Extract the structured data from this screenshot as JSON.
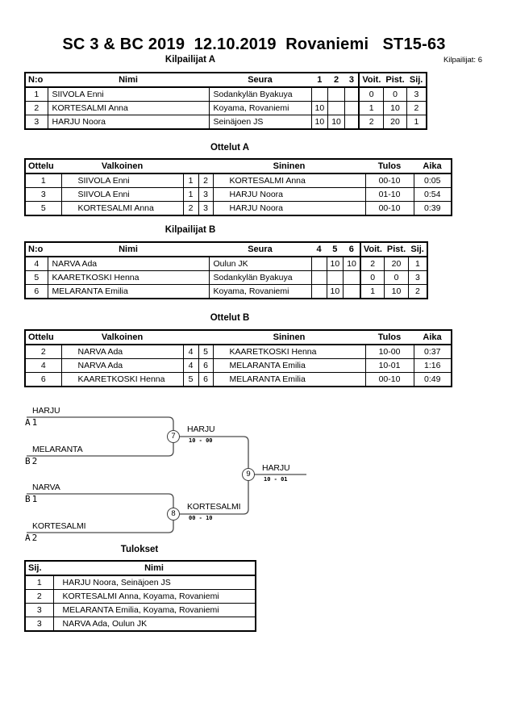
{
  "page": {
    "title": "SC 3 & BC 2019  12.10.2019  Rovaniemi   ST15-63",
    "competitors_count": "Kilpailijat: 6"
  },
  "colors": {
    "ink": "#000000",
    "background": "#ffffff",
    "bracket_line": "#4a4a4a"
  },
  "sections": {
    "kilpailijat_a": {
      "title": "Kilpailijat A",
      "headers": [
        "N:o",
        "Nimi",
        "Seura",
        "1",
        "2",
        "3",
        "Voit.",
        "Pist.",
        "Sij."
      ],
      "rows": [
        [
          "1",
          "SIIVOLA Enni",
          "Sodankylän Byakuya",
          "",
          "",
          "",
          "0",
          "0",
          "3"
        ],
        [
          "2",
          "KORTESALMI Anna",
          "Koyama, Rovaniemi",
          "10",
          "",
          "",
          "1",
          "10",
          "2"
        ],
        [
          "3",
          "HARJU Noora",
          "Seinäjoen JS",
          "10",
          "10",
          "",
          "2",
          "20",
          "1"
        ]
      ]
    },
    "ottelut_a": {
      "title": "Ottelut A",
      "headers": [
        "Ottelu",
        "Valkoinen",
        "Sininen",
        "Tulos",
        "Aika"
      ],
      "rows": [
        [
          "1",
          "SIIVOLA Enni",
          "1",
          "2",
          "KORTESALMI Anna",
          "00-10",
          "0:05"
        ],
        [
          "3",
          "SIIVOLA Enni",
          "1",
          "3",
          "HARJU Noora",
          "01-10",
          "0:54"
        ],
        [
          "5",
          "KORTESALMI Anna",
          "2",
          "3",
          "HARJU Noora",
          "00-10",
          "0:39"
        ]
      ]
    },
    "kilpailijat_b": {
      "title": "Kilpailijat B",
      "headers": [
        "N:o",
        "Nimi",
        "Seura",
        "4",
        "5",
        "6",
        "Voit.",
        "Pist.",
        "Sij."
      ],
      "rows": [
        [
          "4",
          "NARVA Ada",
          "Oulun JK",
          "",
          "10",
          "10",
          "2",
          "20",
          "1"
        ],
        [
          "5",
          "KAARETKOSKI Henna",
          "Sodankylän Byakuya",
          "",
          "",
          "",
          "0",
          "0",
          "3"
        ],
        [
          "6",
          "MELARANTA Emilia",
          "Koyama, Rovaniemi",
          "",
          "10",
          "",
          "1",
          "10",
          "2"
        ]
      ]
    },
    "ottelut_b": {
      "title": "Ottelut B",
      "headers": [
        "Ottelu",
        "Valkoinen",
        "Sininen",
        "Tulos",
        "Aika"
      ],
      "rows": [
        [
          "2",
          "NARVA Ada",
          "4",
          "5",
          "KAARETKOSKI Henna",
          "10-00",
          "0:37"
        ],
        [
          "4",
          "NARVA Ada",
          "4",
          "6",
          "MELARANTA Emilia",
          "10-01",
          "1:16"
        ],
        [
          "6",
          "KAARETKOSKI Henna",
          "5",
          "6",
          "MELARANTA Emilia",
          "00-10",
          "0:49"
        ]
      ]
    },
    "bracket": {
      "slots": [
        {
          "name": "HARJU",
          "seed": "A1"
        },
        {
          "name": "MELARANTA",
          "seed": "B2"
        },
        {
          "name": "NARVA",
          "seed": "B1"
        },
        {
          "name": "KORTESALMI",
          "seed": "A2"
        }
      ],
      "matches": [
        {
          "number": "7",
          "winner": "HARJU",
          "score": "10 - 00"
        },
        {
          "number": "8",
          "winner": "KORTESALMI",
          "score": "00 - 10"
        },
        {
          "number": "9",
          "winner": "HARJU",
          "score": "10 - 01"
        }
      ]
    },
    "tulokset": {
      "title": "Tulokset",
      "headers": [
        "Sij.",
        "Nimi"
      ],
      "rows": [
        [
          "1",
          "HARJU Noora, Seinäjoen JS"
        ],
        [
          "2",
          "KORTESALMI Anna, Koyama, Rovaniemi"
        ],
        [
          "3",
          "MELARANTA Emilia, Koyama, Rovaniemi"
        ],
        [
          "3",
          "NARVA Ada, Oulun JK"
        ]
      ]
    }
  }
}
